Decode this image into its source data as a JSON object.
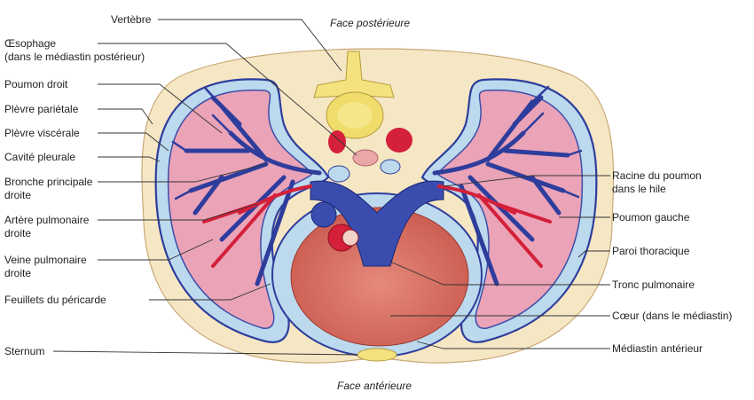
{
  "headers": {
    "top": "Face postérieure",
    "bottom": "Face antérieure"
  },
  "labels_left": {
    "vertebre": "Vertèbre",
    "oesophage_1": "Œsophage",
    "oesophage_2": "(dans le médiastin postérieur)",
    "poumon_droit": "Poumon droit",
    "plevre_parietale": "Plèvre pariétale",
    "plevre_viscerale": "Plèvre viscérale",
    "cavite_pleurale": "Cavité pleurale",
    "bronche_1": "Bronche principale",
    "bronche_2": "droite",
    "artere_1": "Artère pulmonaire",
    "artere_2": "droite",
    "veine_1": "Veine pulmonaire",
    "veine_2": "droite",
    "feuillets": "Feuillets du péricarde",
    "sternum": "Sternum"
  },
  "labels_right": {
    "racine_1": "Racine du poumon",
    "racine_2": "dans le hile",
    "poumon_gauche": "Poumon gauche",
    "paroi": "Paroi thoracique",
    "tronc": "Tronc pulmonaire",
    "coeur": "Cœur (dans le médiastin)",
    "mediastin_ant": "Médiastin antérieur"
  },
  "colors": {
    "wall": "#f6e7c4",
    "pleura": "#bcd9ee",
    "lung": "#eba3b8",
    "artery": "#d4203a",
    "vein": "#2e3d9c",
    "heart": "#d9776a",
    "bone": "#f3e27d"
  }
}
